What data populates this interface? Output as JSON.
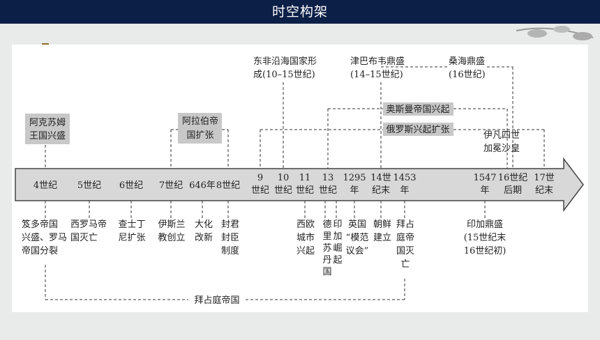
{
  "header": {
    "title": "时空构架"
  },
  "timeline": {
    "ticks": [
      {
        "id": "4c",
        "lines": [
          "4世纪"
        ]
      },
      {
        "id": "5c",
        "lines": [
          "5世纪"
        ]
      },
      {
        "id": "6c",
        "lines": [
          "6世纪"
        ]
      },
      {
        "id": "7c",
        "lines": [
          "7世纪"
        ]
      },
      {
        "id": "646",
        "lines": [
          "646年"
        ]
      },
      {
        "id": "8c",
        "lines": [
          "8世纪"
        ]
      },
      {
        "id": "9c",
        "lines": [
          "9",
          "世纪"
        ]
      },
      {
        "id": "10c",
        "lines": [
          "10",
          "世纪"
        ]
      },
      {
        "id": "11c",
        "lines": [
          "11",
          "世纪"
        ]
      },
      {
        "id": "13c",
        "lines": [
          "13",
          "世纪"
        ]
      },
      {
        "id": "1295",
        "lines": [
          "1295",
          "年"
        ]
      },
      {
        "id": "14c_end",
        "lines": [
          "14世",
          "纪末"
        ]
      },
      {
        "id": "1453",
        "lines": [
          "1453",
          "年"
        ]
      },
      {
        "id": "1547",
        "lines": [
          "1547",
          "年"
        ]
      },
      {
        "id": "16c_late",
        "lines": [
          "16世纪",
          "后期"
        ]
      },
      {
        "id": "17c_end",
        "lines": [
          "17世",
          "纪末"
        ]
      }
    ]
  },
  "events_above": {
    "aksum": [
      "阿克苏姆",
      "王国兴盛"
    ],
    "arab": [
      "阿拉伯帝",
      "国扩张"
    ],
    "east_africa": [
      "东非沿海国家形",
      "成(10–15世纪)"
    ],
    "zimbabwe": [
      "津巴布韦鼎盛",
      "(14–15世纪)"
    ],
    "songhai": [
      "桑海鼎盛",
      "(16世纪)"
    ],
    "ottoman": "奥斯曼帝国兴起",
    "russia": "俄罗斯兴起扩张",
    "ivan": [
      "伊凡四世",
      "加冕沙皇"
    ]
  },
  "events_below": {
    "guptas": [
      "笈多帝国",
      "兴盛、罗马",
      "帝国分裂"
    ],
    "western_rome": [
      "西罗马帝",
      "国灭亡"
    ],
    "justinian": [
      "查士丁",
      "尼扩张"
    ],
    "islam": [
      "伊斯兰",
      "教创立"
    ],
    "taika": [
      "大化",
      "改新"
    ],
    "feudal": [
      "封君",
      "封臣",
      "制度"
    ],
    "west_europe_cities": [
      "西欧",
      "城市",
      "兴起"
    ],
    "delhi": [
      "德",
      "里",
      "苏",
      "丹",
      "国"
    ],
    "inca_rise": [
      "印",
      "加",
      "崛",
      "起"
    ],
    "parliament": [
      "英国",
      "“模范",
      "议会”"
    ],
    "joseon": [
      "朝鲜",
      "建立"
    ],
    "byzantine_fall": [
      "拜占",
      "庭帝",
      "国灭",
      "亡"
    ],
    "inca_peak": [
      "印加鼎盛",
      "(15世纪末",
      "16世纪初)"
    ]
  },
  "spans": {
    "byzantine": "拜占庭帝国"
  }
}
